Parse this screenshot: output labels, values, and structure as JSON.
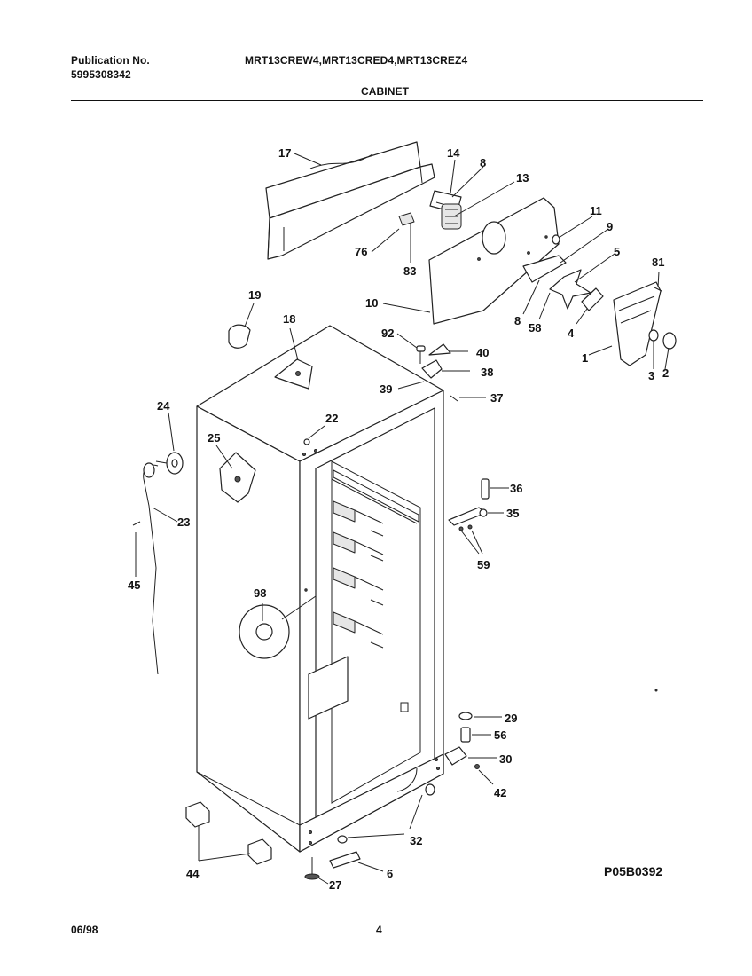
{
  "header": {
    "publication_label": "Publication No.",
    "publication_number": "5995308342",
    "models": "MRT13CREW4,MRT13CRED4,MRT13CREZ4",
    "section_title": "CABINET"
  },
  "footer": {
    "date": "06/98",
    "page_number": "4"
  },
  "diagram_code": "P05B0392",
  "callouts": {
    "c17": "17",
    "c14": "14",
    "c8a": "8",
    "c13": "13",
    "c76": "76",
    "c83": "83",
    "c11": "11",
    "c9": "9",
    "c5": "5",
    "c81": "81",
    "c10": "10",
    "c8b": "8",
    "c58": "58",
    "c4": "4",
    "c1": "1",
    "c3": "3",
    "c2": "2",
    "c19": "19",
    "c18": "18",
    "c92": "92",
    "c40": "40",
    "c38": "38",
    "c39": "39",
    "c37": "37",
    "c24": "24",
    "c22": "22",
    "c25": "25",
    "c23": "23",
    "c36": "36",
    "c35": "35",
    "c59": "59",
    "c45": "45",
    "c98": "98",
    "c29": "29",
    "c56": "56",
    "c30": "30",
    "c42": "42",
    "c32": "32",
    "c44": "44",
    "c27": "27",
    "c6": "6"
  }
}
